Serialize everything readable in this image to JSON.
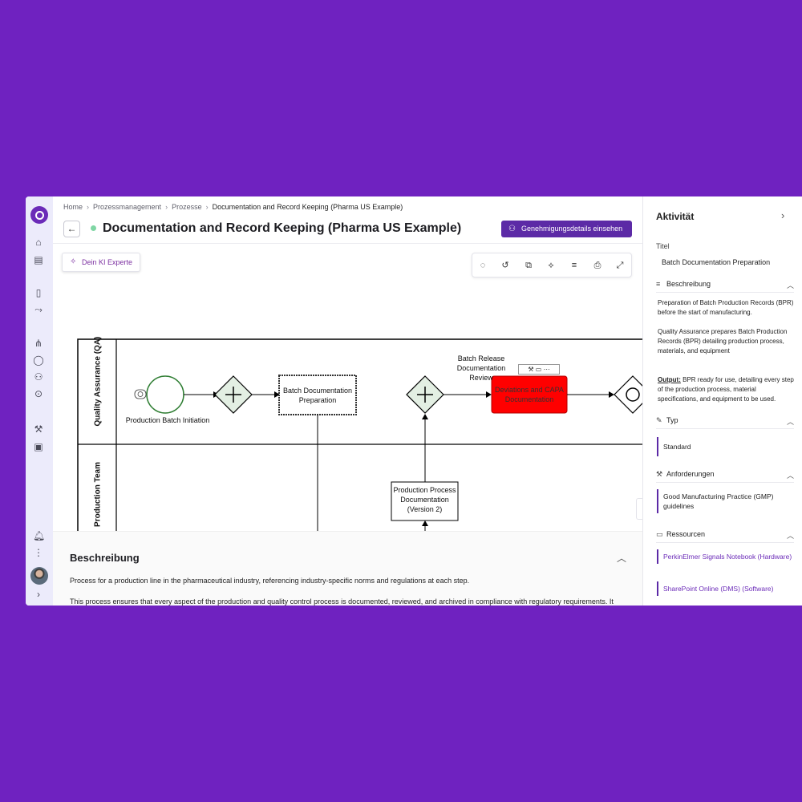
{
  "breadcrumb": {
    "items": [
      "Home",
      "Prozessmanagement",
      "Prozesse",
      "Documentation and Record Keeping (Pharma US Example)"
    ]
  },
  "header": {
    "title": "Documentation and Record Keeping (Pharma US Example)",
    "approval_button": "Genehmigungsdetails einsehen"
  },
  "ai_button": "Dein KI Experte",
  "diagram": {
    "lanes": [
      "Quality Assurance (QA)",
      "Production Team"
    ],
    "start_event": "Production Batch Initiation",
    "task_batch_doc": "Batch Documentation Preparation",
    "annotation_release": "Batch Release Documentation Review",
    "task_deviation": "Deviations and CAPA Documentation",
    "task_production": "Production Process Documentation (Version 2)"
  },
  "description": {
    "title": "Beschreibung",
    "paragraph1": "Process for a production line in the pharmaceutical industry, referencing industry-specific norms and regulations at each step.",
    "paragraph2": "This process ensures that every aspect of the production and quality control process is documented, reviewed, and archived in compliance with regulatory requirements. It"
  },
  "side_panel": {
    "title": "Aktivität",
    "titel_label": "Titel",
    "titel_value": "Batch Documentation Preparation",
    "beschreibung_heading": "Beschreibung",
    "beschreibung_p1": "Preparation of Batch Production Records (BPR) before the start of manufacturing.",
    "beschreibung_p2": "Quality Assurance prepares Batch Production Records (BPR) detailing production process, materials, and equipment",
    "output_label": "Output:",
    "output_text": "BPR ready for use, detailing every step of the production process, material specifications, and equipment to be used.",
    "typ_heading": "Typ",
    "typ_value": "Standard",
    "anforderungen_heading": "Anforderungen",
    "anforderungen_value": "Good Manufacturing Practice (GMP) guidelines",
    "ressourcen_heading": "Ressourcen",
    "ressourcen_items": [
      "PerkinElmer Signals Notebook (Hardware)",
      "SharePoint Online (DMS) (Software)"
    ]
  },
  "colors": {
    "background": "#6f22c0",
    "accent": "#5c2aa6",
    "deviation_task": "#ff0000",
    "gateway_fill": "#e3efe3",
    "start_event_stroke": "#2e7d32"
  }
}
